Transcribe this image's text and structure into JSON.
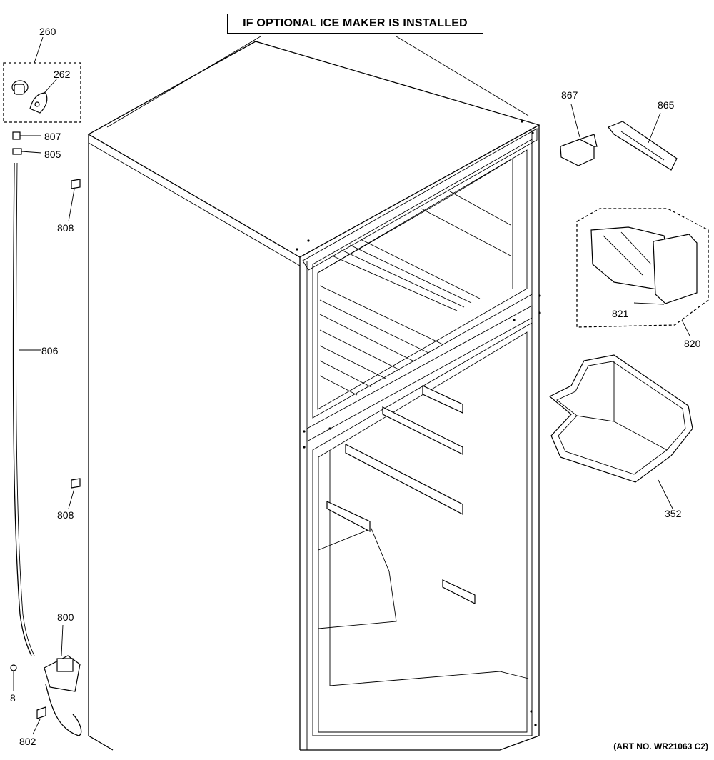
{
  "header": {
    "title": "IF OPTIONAL ICE MAKER IS INSTALLED"
  },
  "footer": {
    "art_number": "(ART NO. WR21063 C2)"
  },
  "callouts": {
    "p260": "260",
    "p262": "262",
    "p807": "807",
    "p805": "805",
    "p808a": "808",
    "p806": "806",
    "p808b": "808",
    "p800": "800",
    "p8": "8",
    "p802": "802",
    "p867": "867",
    "p865": "865",
    "p821": "821",
    "p820": "820",
    "p352": "352"
  }
}
